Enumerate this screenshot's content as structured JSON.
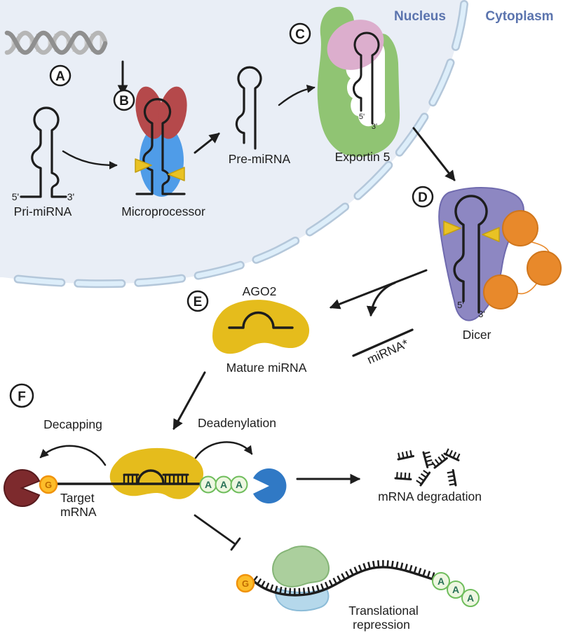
{
  "regions": {
    "nucleus": "Nucleus",
    "cytoplasm": "Cytoplasm"
  },
  "steps": [
    "A",
    "B",
    "C",
    "D",
    "E",
    "F"
  ],
  "labels": {
    "pri_mirna": "Pri-miRNA",
    "microprocessor": "Microprocessor",
    "pre_mirna": "Pre-miRNA",
    "exportin5": "Exportin 5",
    "dicer": "Dicer",
    "ago2": "AGO2",
    "mature_mirna": "Mature miRNA",
    "mirna_star": "miRNA*",
    "decapping": "Decapping",
    "deadenylation": "Deadenylation",
    "target_mrna_line1": "Target",
    "target_mrna_line2": "mRNA",
    "mrna_degradation": "mRNA degradation",
    "translational_repression_line1": "Translational",
    "translational_repression_line2": "repression"
  },
  "markers": {
    "five_prime": "5'",
    "three_prime": "3'",
    "cap": "G",
    "adenine": "A"
  },
  "colors": {
    "ink": "#1d1d1d",
    "nucleus_bg": "#e9eef6",
    "membrane_edge": "#b4c7da",
    "membrane_fill": "#ddeefa",
    "region_label": "#5b74ae",
    "dna_dark": "#8f8f8f",
    "dna_light": "#b6b6b6",
    "dna_rung": "#cfcfcf",
    "drosha_red": "#b5494b",
    "dgcr8_blue": "#4f9ce8",
    "cut_yellow": "#e9c224",
    "cut_yellow_edge": "#c39f12",
    "xpo_green": "#90c473",
    "xpo_pink": "#dcaecd",
    "dicer_purple": "#8d87c2",
    "dicer_purple_edge": "#6f6aae",
    "trbp_orange": "#e8892b",
    "trbp_orange_edge": "#d0761c",
    "ago_yellow": "#e5bc1c",
    "decap_maroon": "#7d2a2d",
    "decap_maroon_edge": "#571a1d",
    "cap_fill": "#fdbd2a",
    "cap_edge": "#f0930c",
    "cap_text": "#bf6b00",
    "polya_fill": "#eef7e1",
    "polya_edge": "#6fbd5c",
    "polya_text": "#2a7258",
    "deaden_blue": "#3079c5",
    "ribo_green": "#abcf9d",
    "ribo_green_edge": "#85b577",
    "ribo_blue": "#b5d8eb",
    "ribo_blue_edge": "#8cbcd8"
  }
}
